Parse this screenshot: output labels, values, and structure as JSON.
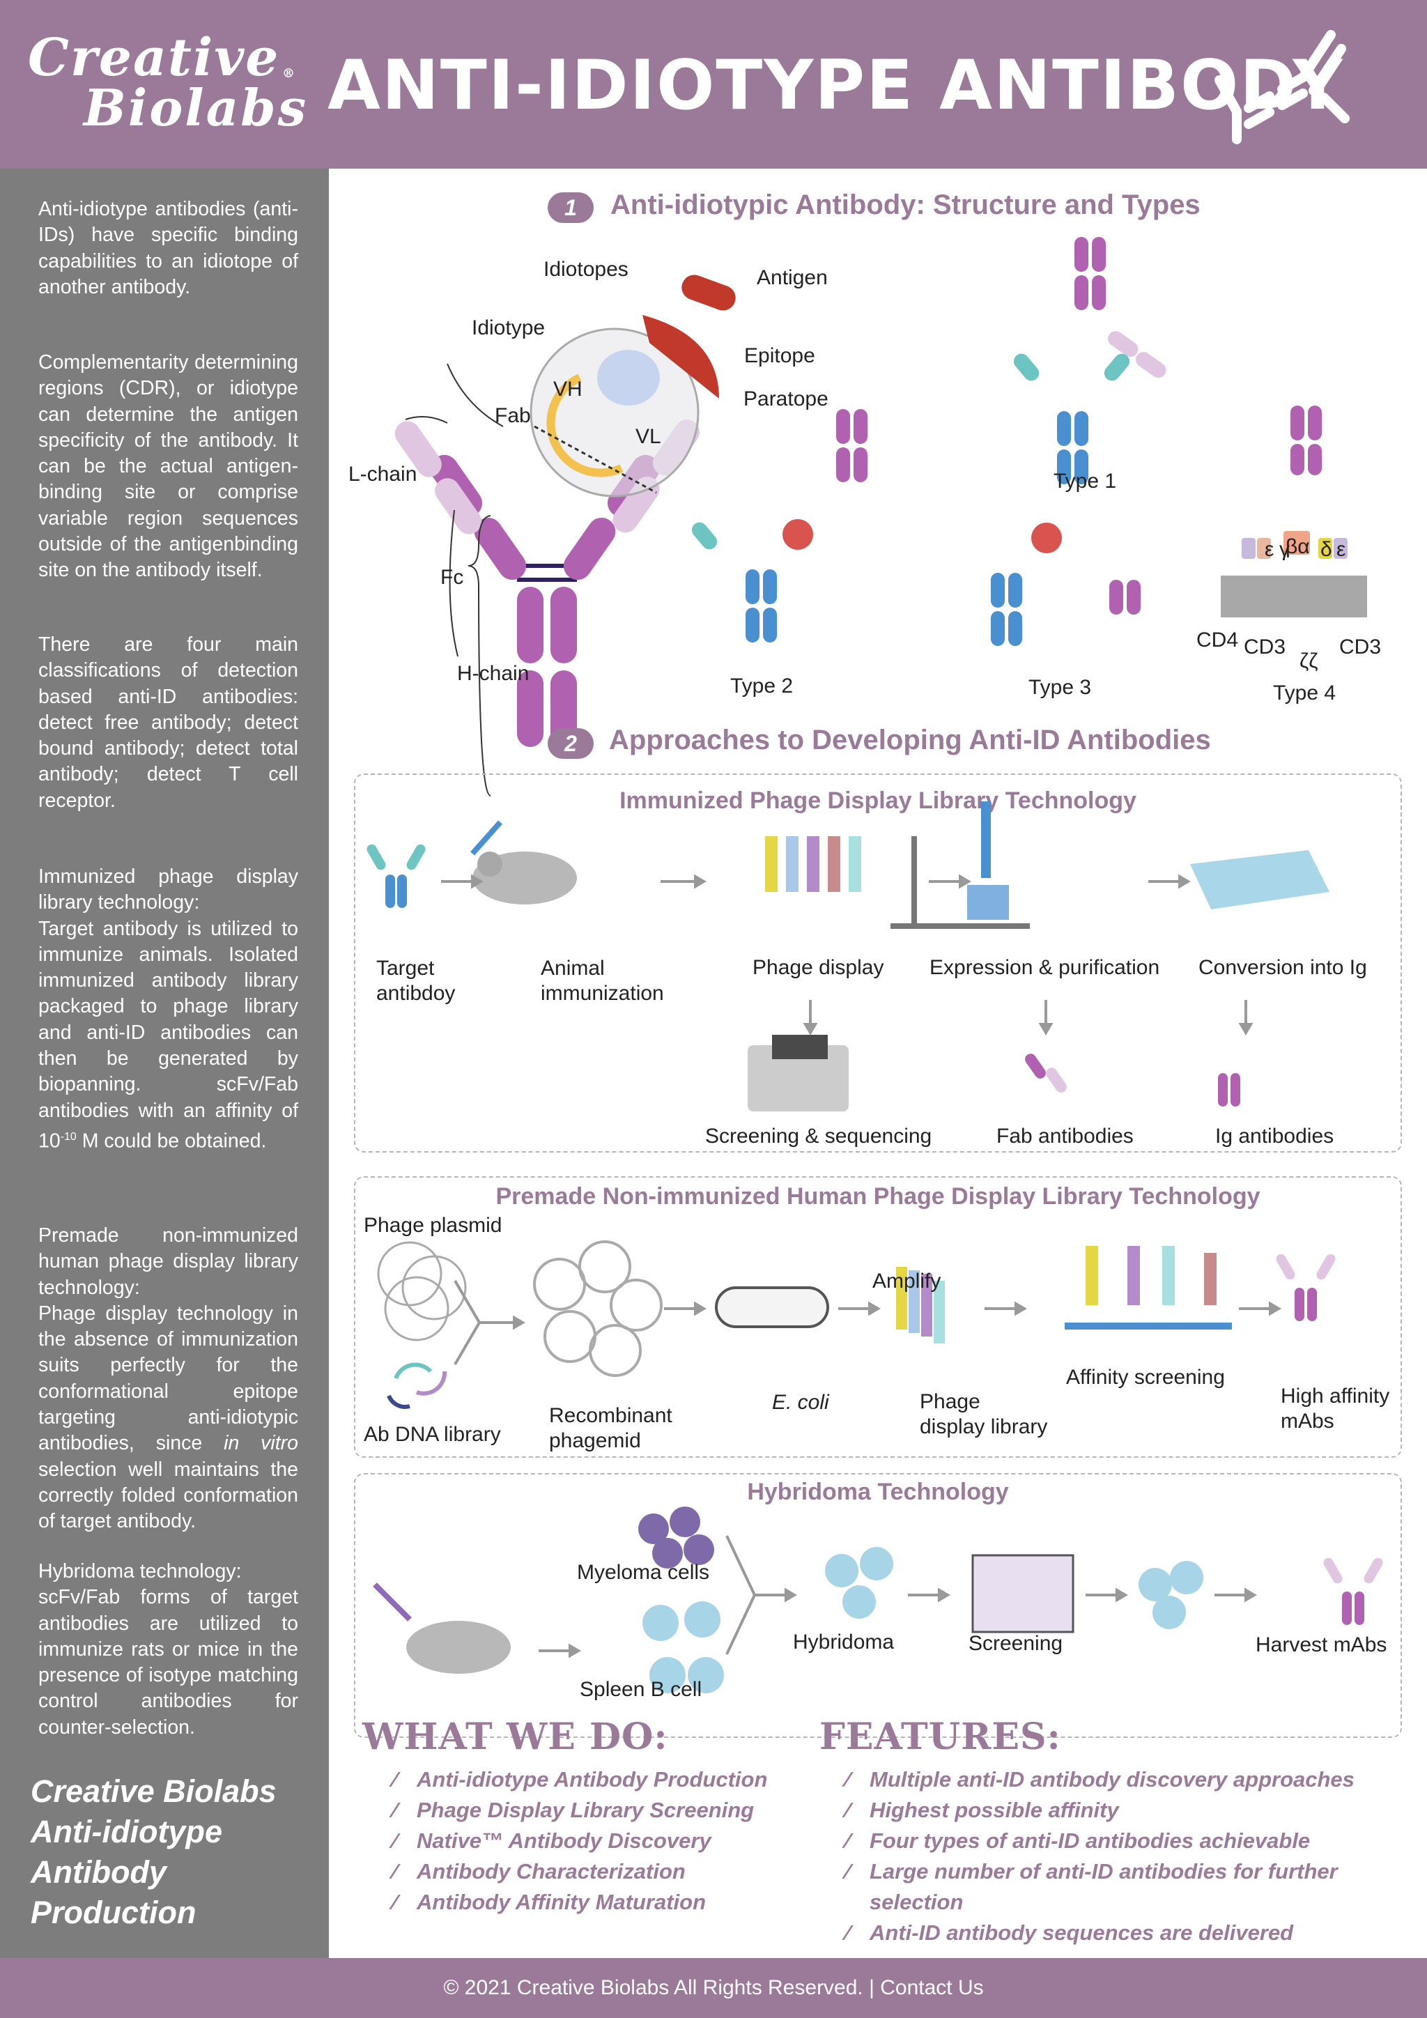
{
  "header": {
    "logo_line1": "Creative",
    "logo_line2": "Biolabs",
    "logo_reg": "®",
    "title": "ANTI-IDIOTYPE ANTIBODY"
  },
  "sidebar": {
    "p1": "Anti-idiotype antibodies (anti-IDs) have specific binding capabilities to an idiotope of another antibody.",
    "p2": "Complementarity determining regions (CDR), or idiotype can determine the antigen specificity of the antibody. It can be the actual antigen-binding site or comprise variable region sequences outside of the antigenbinding site on the antibody itself.",
    "p3": "There are four main classifications of detection based anti-ID antibodies: detect free antibody; detect bound antibody; detect total antibody; detect T cell receptor.",
    "p4_head": "Immunized phage display library technology:",
    "p4_body": "Target antibody is utilized to immunize animals. Isolated immunized antibody library packaged to phage library and anti-ID antibodies can then be generated by biopanning. scFv/Fab antibodies with an affinity of 10",
    "p4_sup": "-10",
    "p4_tail": " M could be obtained.",
    "p5_head": "Premade non-immunized human phage display library technology:",
    "p5_body1": "Phage display technology in the absence of immunization suits perfectly for the conformational epitope targeting anti-idiotypic antibodies, since ",
    "p5_italic": "in vitro",
    "p5_body2": " selection well maintains the correctly folded conformation of target antibody.",
    "p6_head": "Hybridoma technology:",
    "p6_body": "scFv/Fab forms of target antibodies are utilized to immunize rats or mice in the presence of isotype matching control antibodies for counter-selection.",
    "final": "Creative Biolabs Anti-idiotype Antibody Production"
  },
  "section1": {
    "num": "1",
    "title": "Anti-idiotypic Antibody: Structure and Types",
    "labels": {
      "idiotopes": "Idiotopes",
      "antigen": "Antigen",
      "idiotype": "Idiotype",
      "epitope": "Epitope",
      "paratope": "Paratope",
      "fab": "Fab",
      "vh": "VH",
      "vl": "VL",
      "lchain": "L-chain",
      "fc": "Fc",
      "hchain": "H-chain",
      "type1": "Type 1",
      "type2": "Type 2",
      "type3": "Type 3",
      "type4": "Type 4",
      "cd4": "CD4",
      "cd3a": "CD3",
      "cd3b": "CD3",
      "zeta": "ζζ",
      "eps1": "ε",
      "gam": "γ",
      "ba": "βα",
      "del": "δ",
      "eps2": "ε"
    }
  },
  "section2": {
    "num": "2",
    "title": "Approaches to Developing Anti-ID Antibodies",
    "box1": {
      "title": "Immunized Phage Display Library Technology",
      "target": "Target\nantibdoy",
      "animal": "Animal\nimmunization",
      "phage": "Phage display",
      "expr": "Expression & purification",
      "conv": "Conversion into Ig",
      "screen": "Screening & sequencing",
      "fab": "Fab antibodies",
      "ig": "Ig antibodies"
    },
    "box2": {
      "title": "Premade Non-immunized Human Phage Display Library Technology",
      "plasmid": "Phage plasmid",
      "abdna": "Ab DNA library",
      "recomb": "Recombinant\nphagemid",
      "ecoli": "E. coli",
      "amplify": "Amplify",
      "phagelib": "Phage\ndisplay library",
      "affinity": "Affinity screening",
      "high": "High affinity\nmAbs"
    },
    "box3": {
      "title": "Hybridoma Technology",
      "myeloma": "Myeloma cells",
      "spleen": "Spleen B cell",
      "hybridoma": "Hybridoma",
      "screening": "Screening",
      "harvest": "Harvest mAbs"
    }
  },
  "what_we_do": {
    "title": "WHAT WE DO:",
    "items": [
      "Anti-idiotype Antibody Production",
      "Phage Display Library Screening",
      "Native™ Antibody Discovery",
      "Antibody Characterization",
      "Antibody Affinity Maturation"
    ]
  },
  "features": {
    "title": "FEATURES:",
    "items": [
      "Multiple anti-ID antibody discovery approaches",
      "Highest possible affinity",
      "Four types of anti-ID antibodies achievable",
      "Large number of anti-ID antibodies for further selection",
      "Anti-ID antibody sequences are delivered"
    ]
  },
  "footer": {
    "text": "© 2021 Creative Biolabs All Rights Reserved.  |  Contact Us"
  },
  "colors": {
    "brand": "#9a7a98",
    "sidebar": "#7d7d7d",
    "purple": "#b062b0",
    "blue": "#4a90d0",
    "teal": "#6cc5c0"
  }
}
